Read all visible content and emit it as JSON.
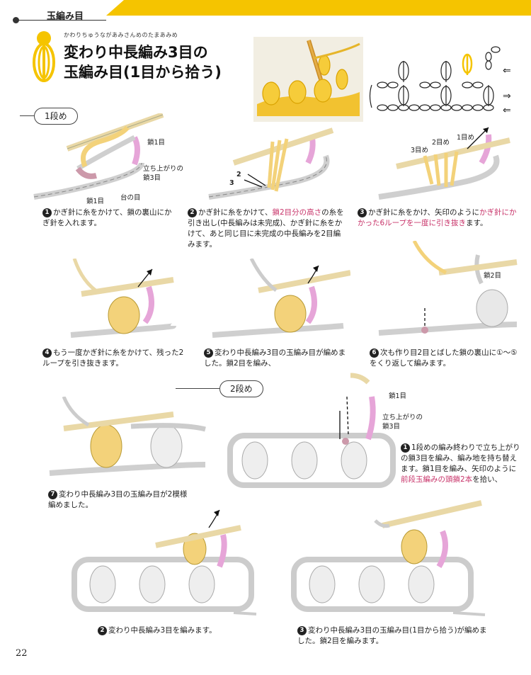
{
  "header": {
    "category": "玉編み目"
  },
  "title": {
    "ruby": "かわりちゅうながあみさんめのたまあみめ",
    "line1": "変わり中長編み3目の",
    "line2": "玉編み目(1目から拾う)"
  },
  "sections": {
    "row1": "1段め",
    "row2": "2段め"
  },
  "steps": {
    "s1": {
      "num": "1",
      "text": "かぎ針に糸をかけて、鎖の裏山にかぎ針を入れます。"
    },
    "s2": {
      "num": "2",
      "pre": "かぎ針に糸をかけて、",
      "hl": "鎖2目分の高さ",
      "post": "の糸を引き出し(中長編みは未完成)、かぎ針に糸をかけて、あと同じ目に未完成の中長編みを2目編みます。"
    },
    "s3": {
      "num": "3",
      "pre": "かぎ針に糸をかけ、矢印のように",
      "hl": "かぎ針にかかった6ループを一度に引き抜き",
      "post": "ます。"
    },
    "s4": {
      "num": "4",
      "text": "もう一度かぎ針に糸をかけて、残った2ループを引き抜きます。"
    },
    "s5": {
      "num": "5",
      "text": "変わり中長編み3目の玉編み目が編めました。鎖2目を編み、"
    },
    "s6": {
      "num": "6",
      "text": "次も作り目2目とばした鎖の裏山に①〜⑤をくり返して編みます。"
    },
    "s7": {
      "num": "7",
      "text": "変わり中長編み3目の玉編み目が2模様編めました。"
    },
    "r2s1": {
      "num": "1",
      "pre": "1段めの編み終わりで立ち上がりの鎖3目を編み、編み地を持ち替えます。鎖1目を編み、矢印のように",
      "hl": "前段玉編みの頭鎖2本",
      "post": "を拾い、"
    },
    "r2s2": {
      "num": "2",
      "text": "変わり中長編み3目を編みます。"
    },
    "r2s3": {
      "num": "3",
      "text": "変わり中長編み3目の玉編み目(1目から拾う)が編めました。鎖2目を編みます。"
    }
  },
  "labels": {
    "chain1": "鎖1目",
    "turning1": "立ち上がりの",
    "turning2": "鎖3目",
    "chain1b": "鎖1目",
    "base": "台の目",
    "n1": "1目め",
    "n2": "2目め",
    "n3": "3目め",
    "two": "2",
    "three": "3",
    "chain2": "鎖2目",
    "r2chain1": "鎖1目",
    "r2turn1": "立ち上がりの",
    "r2turn2": "鎖3目"
  },
  "page_number": "22",
  "colors": {
    "accent_yellow": "#f5c400",
    "yarn_yellow": "#f3d27a",
    "yarn_pink": "#e8a6d8",
    "yarn_gray": "#d7d7d7",
    "highlight": "#c8346a"
  }
}
